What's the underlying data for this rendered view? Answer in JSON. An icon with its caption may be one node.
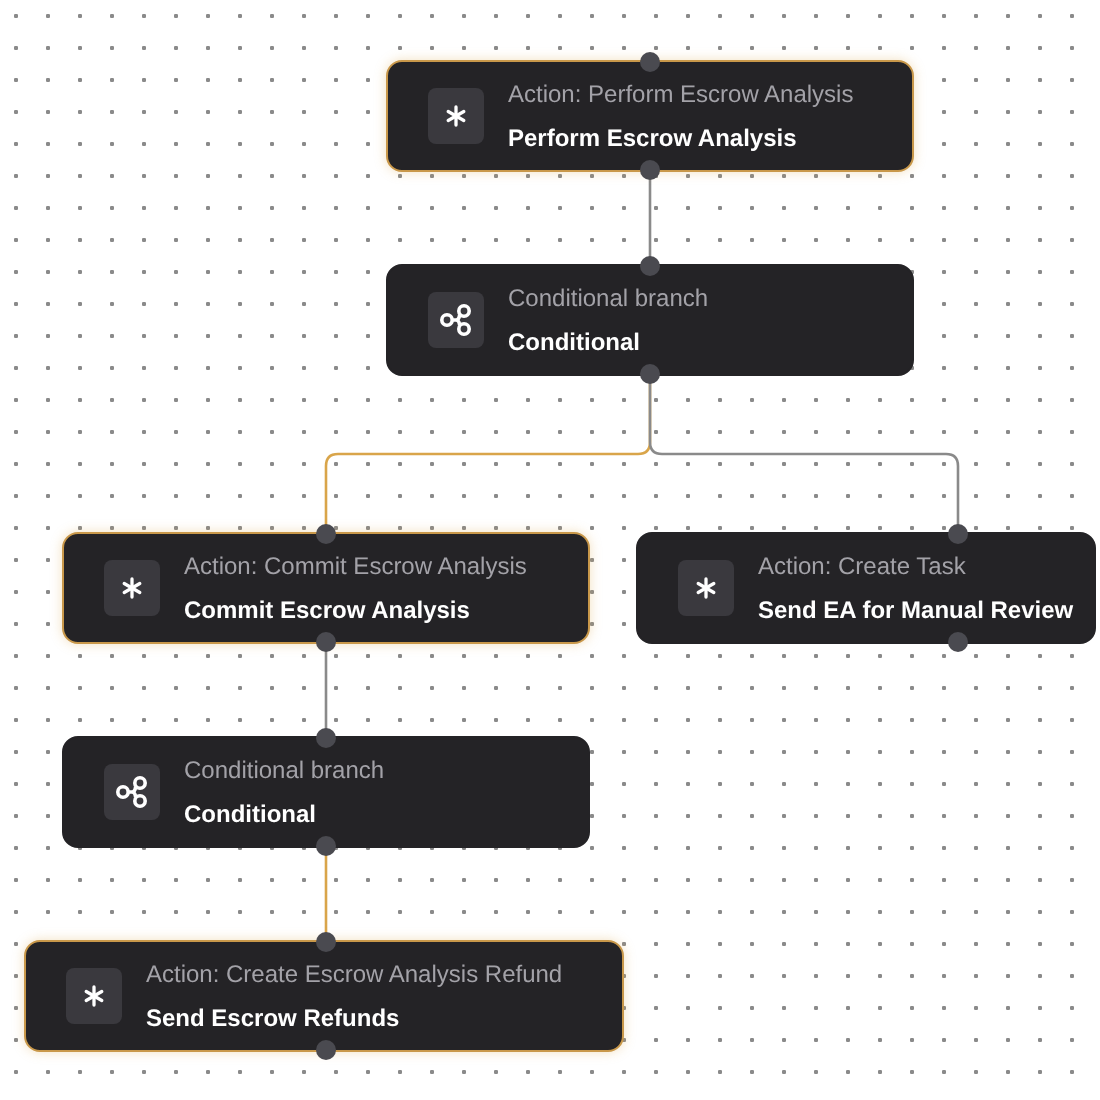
{
  "diagram": {
    "nodes": [
      {
        "text": [
          "Action: Perform Escrow Analysis",
          "Perform Escrow Analysis"
        ]
      },
      {
        "text": [
          "Conditional branch",
          "Conditional"
        ]
      },
      {
        "text": [
          "Action: Commit Escrow Analysis",
          "Commit Escrow Analysis"
        ]
      },
      {
        "text": [
          "Action: Create Task",
          "Send EA for Manual Review"
        ]
      },
      {
        "text": [
          "Conditional branch",
          "Conditional"
        ]
      },
      {
        "text": [
          "Action: Create Escrow Analysis Refund",
          "Send Escrow Refunds"
        ]
      }
    ],
    "edges": [
      {
        "from": 0,
        "to": 1,
        "arrow": "none"
      },
      {
        "from": 1,
        "to": 2,
        "arrow": "none",
        "color": "#d9a54a"
      },
      {
        "from": 1,
        "to": 3,
        "arrow": "none"
      },
      {
        "from": 2,
        "to": 4,
        "arrow": "none"
      },
      {
        "from": 4,
        "to": 5,
        "arrow": "none",
        "color": "#d9a54a"
      }
    ]
  }
}
